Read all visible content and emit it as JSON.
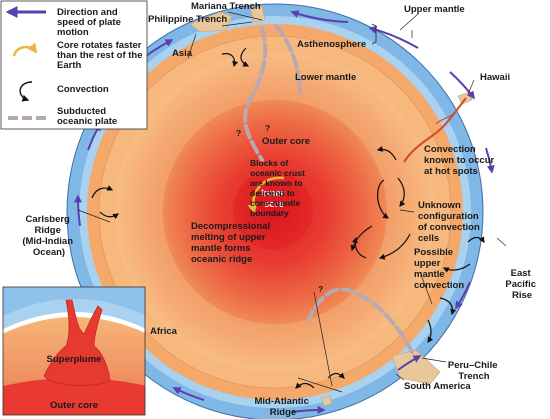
{
  "legend": {
    "items": [
      {
        "label_lines": [
          "Direction and",
          "speed of plate",
          "motion"
        ],
        "icon": "plate-motion-arrow-icon"
      },
      {
        "label_lines": [
          "Core rotates faster",
          "than the rest of the",
          "Earth"
        ],
        "icon": "core-rotation-arrow-icon"
      },
      {
        "label_lines": [
          "Convection"
        ],
        "icon": "convection-arrow-icon"
      },
      {
        "label_lines": [
          "Subducted",
          "oceanic plate"
        ],
        "icon": "subducted-plate-dash-icon"
      }
    ]
  },
  "labels": {
    "mariana_trench": "Mariana Trench",
    "philippine_trench": "Philippine Trench",
    "upper_mantle": "Upper mantle",
    "asia": "Asia",
    "asthenosphere": "Asthenosphere",
    "lower_mantle": "Lower mantle",
    "hawaii": "Hawaii",
    "outer_core": "Outer core",
    "inner_core_lines": [
      "Inner",
      "core"
    ],
    "hot_spots_lines": [
      "Convection",
      "known to occur",
      "at hot spots"
    ],
    "blocks_lines": [
      "Blocks of",
      "oceanic crust",
      "are known to",
      "descend to",
      "core–mantle",
      "boundary"
    ],
    "unknown_lines": [
      "Unknown",
      "configuration",
      "of convection",
      "cells"
    ],
    "carlsberg_lines": [
      "Carlsberg",
      "Ridge",
      "(Mid-Indian",
      "Ocean)"
    ],
    "decompressional_lines": [
      "Decompressional",
      "melting of upper",
      "mantle forms",
      "oceanic ridge"
    ],
    "possible_lines": [
      "Possible",
      "upper",
      "mantle",
      "convection"
    ],
    "east_pacific_lines": [
      "East",
      "Pacific",
      "Rise"
    ],
    "africa": "Africa",
    "peru_chile_lines": [
      "Peru–Chile",
      "Trench"
    ],
    "south_america": "South America",
    "mid_atlantic_lines": [
      "Mid-Atlantic",
      "Ridge"
    ],
    "question_mark": "?"
  },
  "inset": {
    "superplume": "Superplume",
    "outer_core": "Outer core"
  },
  "colors": {
    "plate_arrow": "#5b3fb0",
    "ocean": "#7fb8e6",
    "crust": "#a6d0ef",
    "asthenosphere": "#f4ab6a",
    "mantle": "#f6b879",
    "outer_core_edge": "#ea7a4c",
    "inner_core": "#e0202a",
    "core_arrow": "#e8b93a",
    "subducted_plate": "#b8a8b2",
    "continent": "#e8c79a"
  }
}
